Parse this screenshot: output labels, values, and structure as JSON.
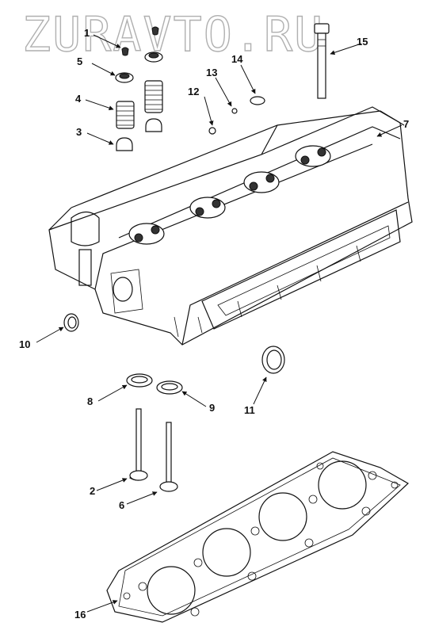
{
  "watermark": "ZURAVTO.RU",
  "callouts": {
    "c1": "1",
    "c2": "2",
    "c3": "3",
    "c4": "4",
    "c5": "5",
    "c6": "6",
    "c7": "7",
    "c8": "8",
    "c9": "9",
    "c10": "10",
    "c11": "11",
    "c12": "12",
    "c13": "13",
    "c14": "14",
    "c15": "15",
    "c16": "16"
  }
}
